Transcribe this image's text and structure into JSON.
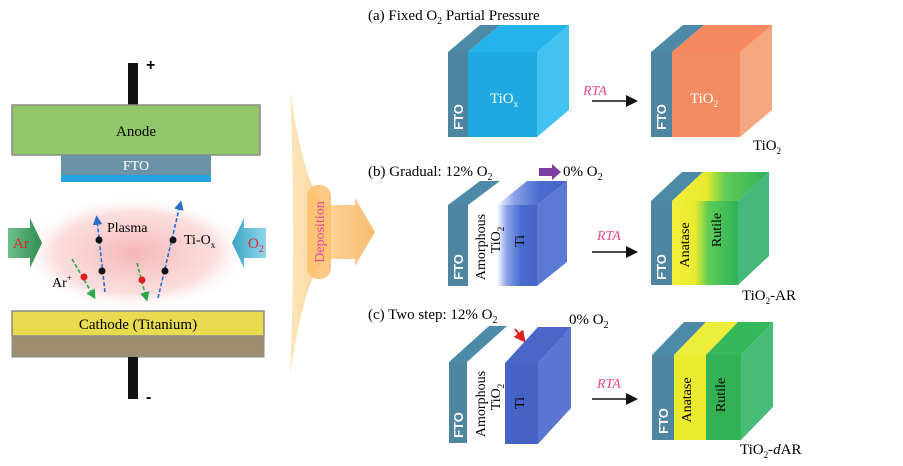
{
  "left_panel": {
    "anode_label": "Anode",
    "fto_label": "FTO",
    "plus_label": "+",
    "minus_label": "-",
    "plasma_label": "Plasma",
    "tiox_label": "Ti-O",
    "tiox_sub": "x",
    "arplus_label": "Ar",
    "arplus_sup": "+",
    "ar_gas_label": "Ar",
    "o2_gas_label": "O",
    "o2_gas_sub": "2",
    "cathode_label": "Cathode (Titanium)",
    "colors": {
      "anode": "#92c86a",
      "fto": "#6a93a8",
      "fto_strip": "#21a4df",
      "cathode": "#e8db4f",
      "cathode_base": "#9e8e6f",
      "plasma": "#f7c6c6",
      "ar_arrow": "#3e9b5c",
      "o2_arrow": "#4ab6d2"
    }
  },
  "deposition_label": "Deposition",
  "panels": [
    {
      "title": "(a) Fixed O",
      "title_sub": "2",
      "title_rest": " Partial Pressure",
      "before": {
        "fto": "FTO",
        "film": "TiO",
        "film_sub": "x"
      },
      "rta": "RTA",
      "after": {
        "fto": "FTO",
        "film": "TiO",
        "film_sub": "2"
      },
      "result": "TiO",
      "result_sub": "2",
      "result_rest": ""
    },
    {
      "title": "(b) Gradual: 12% O",
      "title_sub": "2",
      "title_mid": "0% O",
      "title_sub2": "2",
      "before": {
        "fto": "FTO",
        "layer1": "Amorphous",
        "layer2": "TiO",
        "layer2_sub": "2",
        "layer3": "Ti"
      },
      "rta": "RTA",
      "after": {
        "fto": "FTO",
        "anatase": "Anatase",
        "rutile": "Rutile"
      },
      "result": "TiO",
      "result_sub": "2",
      "result_rest": "-AR"
    },
    {
      "title": "(c) Two step: 12% O",
      "title_sub": "2",
      "callout": "0% O",
      "callout_sub": "2",
      "before": {
        "fto": "FTO",
        "layer1": "Amorphous",
        "layer2": "TiO",
        "layer2_sub": "2",
        "layer3": "Ti"
      },
      "rta": "RTA",
      "after": {
        "fto": "FTO",
        "anatase": "Anatase",
        "rutile": "Rutile"
      },
      "result": "TiO",
      "result_sub": "2",
      "result_dash": "-",
      "result_italic": "d",
      "result_rest": "AR"
    }
  ]
}
